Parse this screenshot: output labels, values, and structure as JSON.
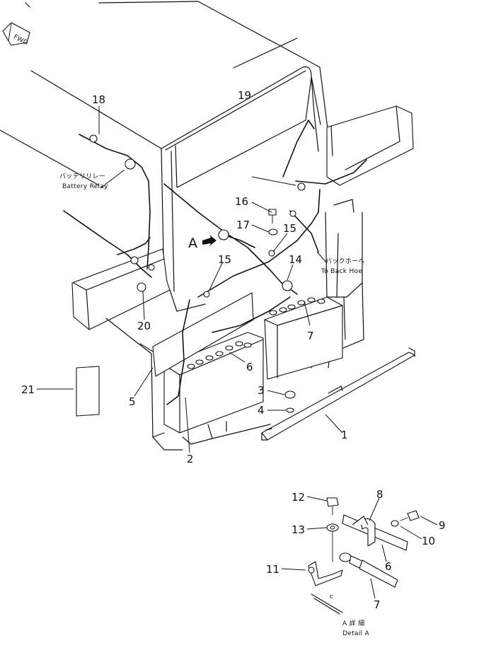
{
  "labels": {
    "fwd": "FWD",
    "battery_relay_jp": "バッテリリレー",
    "battery_relay_en": "Battery Relay",
    "to_backhoe_jp": "バックホーへ",
    "to_backhoe_en": "To Back Hoe",
    "view_a": "A",
    "detail_jp": "A 詳 細",
    "detail_en": "Detail A",
    "ref_c": "c"
  },
  "callouts": {
    "p1": "1",
    "p2": "2",
    "p3": "3",
    "p4": "4",
    "p5": "5",
    "p6": "6",
    "p6b": "6",
    "p7": "7",
    "p7b": "7",
    "p8": "8",
    "p9": "9",
    "p10": "10",
    "p11": "11",
    "p12": "12",
    "p13": "13",
    "p14": "14",
    "p15a": "15",
    "p15b": "15",
    "p16": "16",
    "p17": "17",
    "p18": "18",
    "p19": "19",
    "p20": "20",
    "p21": "21"
  }
}
